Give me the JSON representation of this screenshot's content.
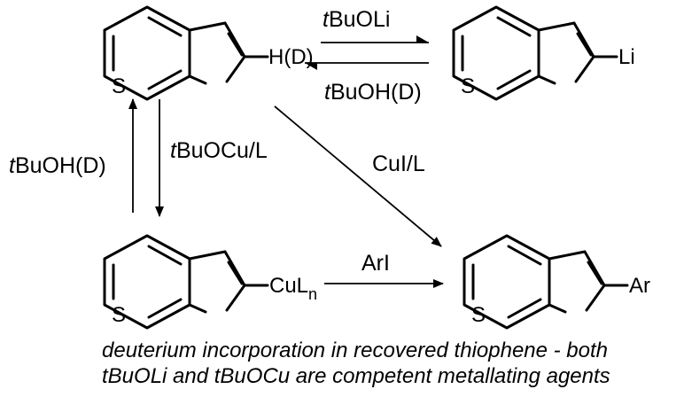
{
  "molecules": {
    "m1": {
      "substituent": "H(D)",
      "heteroatom": "S"
    },
    "m2": {
      "substituent": "Li",
      "heteroatom": "S"
    },
    "m3": {
      "substituent_main": "CuL",
      "substituent_sub": "n",
      "heteroatom": "S"
    },
    "m4": {
      "substituent": "Ar",
      "heteroatom": "S"
    }
  },
  "reagents": {
    "top_forward": {
      "prefix": "t",
      "main": "BuOLi"
    },
    "top_reverse": {
      "prefix": "t",
      "main": "BuOH(D)"
    },
    "left_up": {
      "prefix": "t",
      "main": "BuOH(D)"
    },
    "left_down": {
      "prefix": "t",
      "main": "BuOCu/L"
    },
    "diagonal": "CuI/L",
    "bottom": "ArI"
  },
  "caption": {
    "line1": "deuterium incorporation in recovered thiophene - both",
    "line2": "tBuOLi and tBuOCu are competent metallating agents"
  }
}
